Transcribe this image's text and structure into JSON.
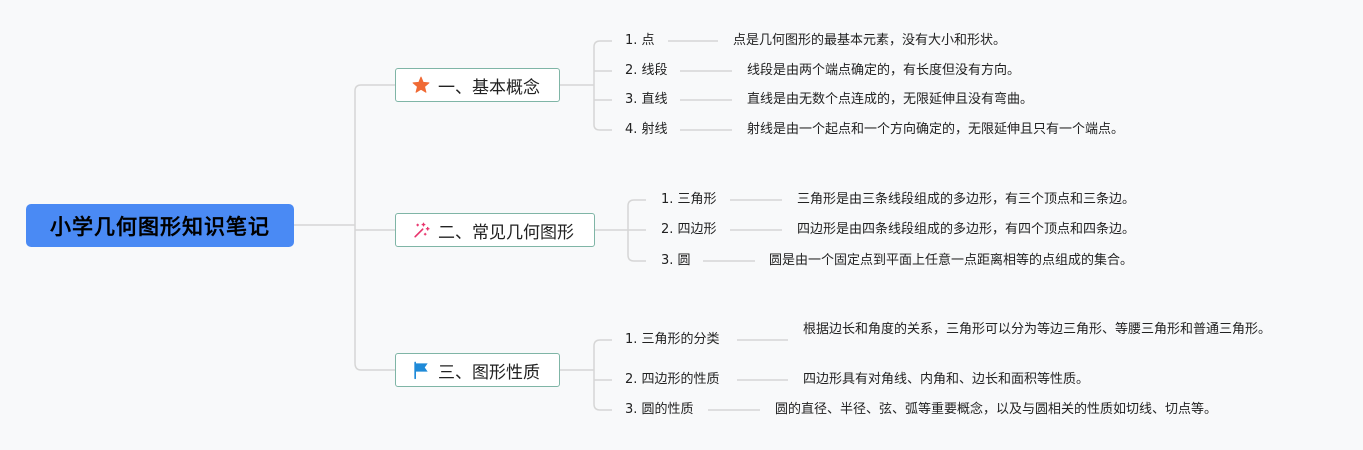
{
  "root": {
    "title": "小学几何图形知识笔记"
  },
  "branches": [
    {
      "title": "一、基本概念",
      "icon": "star-icon",
      "items": [
        {
          "label": "1. 点",
          "desc": "点是几何图形的最基本元素，没有大小和形状。"
        },
        {
          "label": "2. 线段",
          "desc": "线段是由两个端点确定的，有长度但没有方向。"
        },
        {
          "label": "3. 直线",
          "desc": "直线是由无数个点连成的，无限延伸且没有弯曲。"
        },
        {
          "label": "4. 射线",
          "desc": "射线是由一个起点和一个方向确定的，无限延伸且只有一个端点。"
        }
      ]
    },
    {
      "title": "二、常见几何图形",
      "icon": "magic-wand-icon",
      "items": [
        {
          "label": "1. 三角形",
          "desc": "三角形是由三条线段组成的多边形，有三个顶点和三条边。"
        },
        {
          "label": "2. 四边形",
          "desc": "四边形是由四条线段组成的多边形，有四个顶点和四条边。"
        },
        {
          "label": "3. 圆",
          "desc": "圆是由一个固定点到平面上任意一点距离相等的点组成的集合。"
        }
      ]
    },
    {
      "title": "三、图形性质",
      "icon": "flag-icon",
      "items": [
        {
          "label": "1. 三角形的分类",
          "desc": "根据边长和角度的关系，三角形可以分为等边三角形、等腰三角形和普通三角形。"
        },
        {
          "label": "2. 四边形的性质",
          "desc": "四边形具有对角线、内角和、边长和面积等性质。"
        },
        {
          "label": "3. 圆的性质",
          "desc": "圆的直径、半径、弦、弧等重要概念，以及与圆相关的性质如切线、切点等。"
        }
      ]
    }
  ],
  "colors": {
    "root_bg": "#4a8af4",
    "branch_border": "#7fb5a6",
    "line": "#d6d6d6",
    "star": "#f06a35",
    "wand": "#e8356d",
    "flag": "#1f8ad8"
  }
}
